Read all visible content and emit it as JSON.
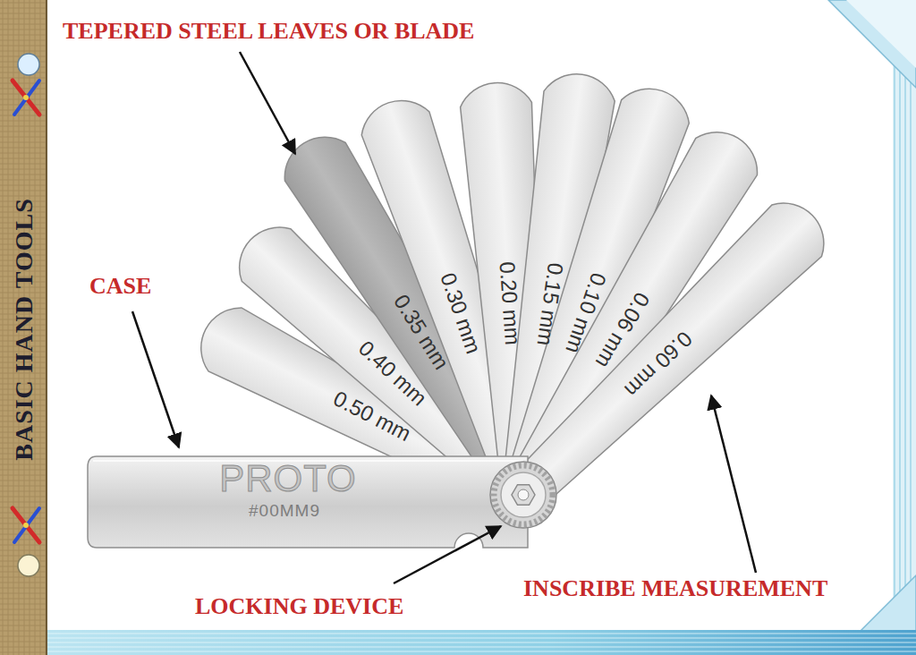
{
  "diagram": {
    "title": "BASIC HAND TOOLS",
    "labels": [
      "TEPERED STEEL LEAVES OR BLADE",
      "CASE",
      "LOCKING DEVICE",
      "INSCRIBE MEASUREMENT",
      "0.50 mm",
      "0.40 mm",
      "0.35 mm",
      "0.30 mm",
      "0.20 mm",
      "0.15 mm",
      "0.10 mm",
      "0.06 mm",
      "0.60 mm",
      "PROTO",
      "#00MM9"
    ]
  }
}
